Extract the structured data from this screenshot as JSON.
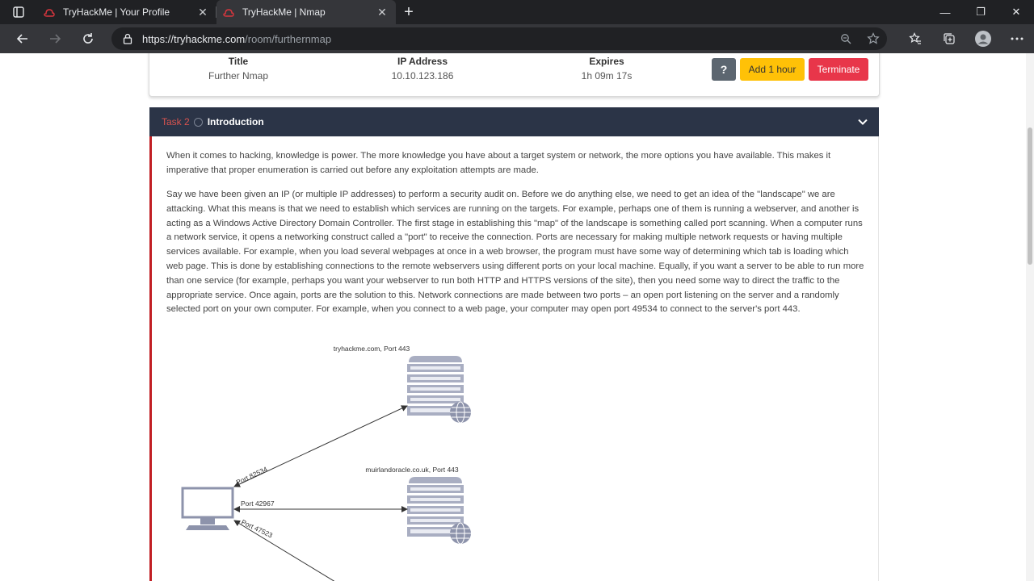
{
  "browser": {
    "tabs": [
      {
        "title": "TryHackMe | Your Profile",
        "active": false
      },
      {
        "title": "TryHackMe | Nmap",
        "active": true
      }
    ],
    "url_host": "https://tryhackme.com",
    "url_path": "/room/furthernmap"
  },
  "machine": {
    "title_label": "Title",
    "title_value": "Further Nmap",
    "ip_label": "IP Address",
    "ip_value": "10.10.123.186",
    "expires_label": "Expires",
    "expires_value": "1h 09m 17s",
    "help_label": "?",
    "add_hour_label": "Add 1 hour",
    "terminate_label": "Terminate"
  },
  "task": {
    "number": "Task 2",
    "title": "Introduction",
    "paragraphs": [
      "When it comes to hacking, knowledge is power. The more knowledge you have about a target system or network, the more options you have available. This makes it imperative that proper enumeration is carried out before any exploitation attempts are made.",
      "Say we have been given an IP (or multiple IP addresses) to perform a security audit on. Before we do anything else, we need to get an idea of the \"landscape\" we are attacking. What this means is that we need to establish which services are running on the targets. For example, perhaps one of them is running a webserver, and another is acting as a Windows Active Directory Domain Controller. The first stage in establishing this \"map\" of the landscape is something called port scanning. When a computer runs a network service, it opens a networking construct called a \"port\" to receive the connection.  Ports are necessary for making multiple network requests or having multiple services available. For example, when you load several webpages at once in a web browser, the program must have some way of determining which tab is loading which web page. This is done by establishing connections to the remote webservers using different ports on your local machine. Equally, if you want a server to be able to run more than one service (for example, perhaps you want your webserver to run both HTTP and HTTPS versions of the site), then you need some way to direct the traffic to the appropriate service. Once again, ports are the solution to this. Network connections are made between two ports – an open port listening on the server and a randomly selected port on your own computer. For example, when you connect to a web page, your computer may open port 49534 to connect to the server's port 443."
    ]
  },
  "diagram": {
    "server1_label": "tryhackme.com, Port 443",
    "server2_label": "muirlandoracle.co.uk, Port 443",
    "conn1_label": "Port 82534",
    "conn2_label": "Port 42967",
    "conn3_label": "Port 47523"
  },
  "colors": {
    "task_header_bg": "#2b3447",
    "task_accent": "#c11f24",
    "add_hour": "#ffc107",
    "terminate": "#e8364a"
  }
}
